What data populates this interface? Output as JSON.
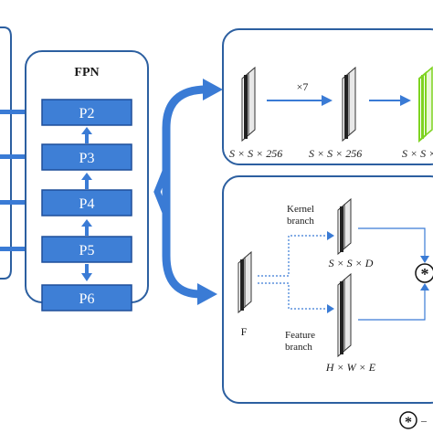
{
  "fpn": {
    "title": "FPN",
    "levels": [
      "P2",
      "P3",
      "P4",
      "P5",
      "P6"
    ]
  },
  "top_branch": {
    "repeat_label": "×7",
    "dims": [
      "S × S × 256",
      "S × S × 256",
      "S × S ×"
    ]
  },
  "bottom_branch": {
    "input_label": "F",
    "kernel_label_line1": "Kernel",
    "kernel_label_line2": "branch",
    "kernel_dims": "S × S × D",
    "feature_label_line1": "Feature",
    "feature_label_line2": "branch",
    "feature_dims": "H × W × E",
    "conv_symbol": "*"
  },
  "legend": {
    "symbol": "*",
    "text": "–"
  },
  "colors": {
    "level_fill": "#3e7fd6",
    "level_stroke": "#1f4f9a",
    "arrow_blue": "#3a7bd5",
    "panel_stroke": "#2c5fa0",
    "green_map": "#7ed321"
  }
}
